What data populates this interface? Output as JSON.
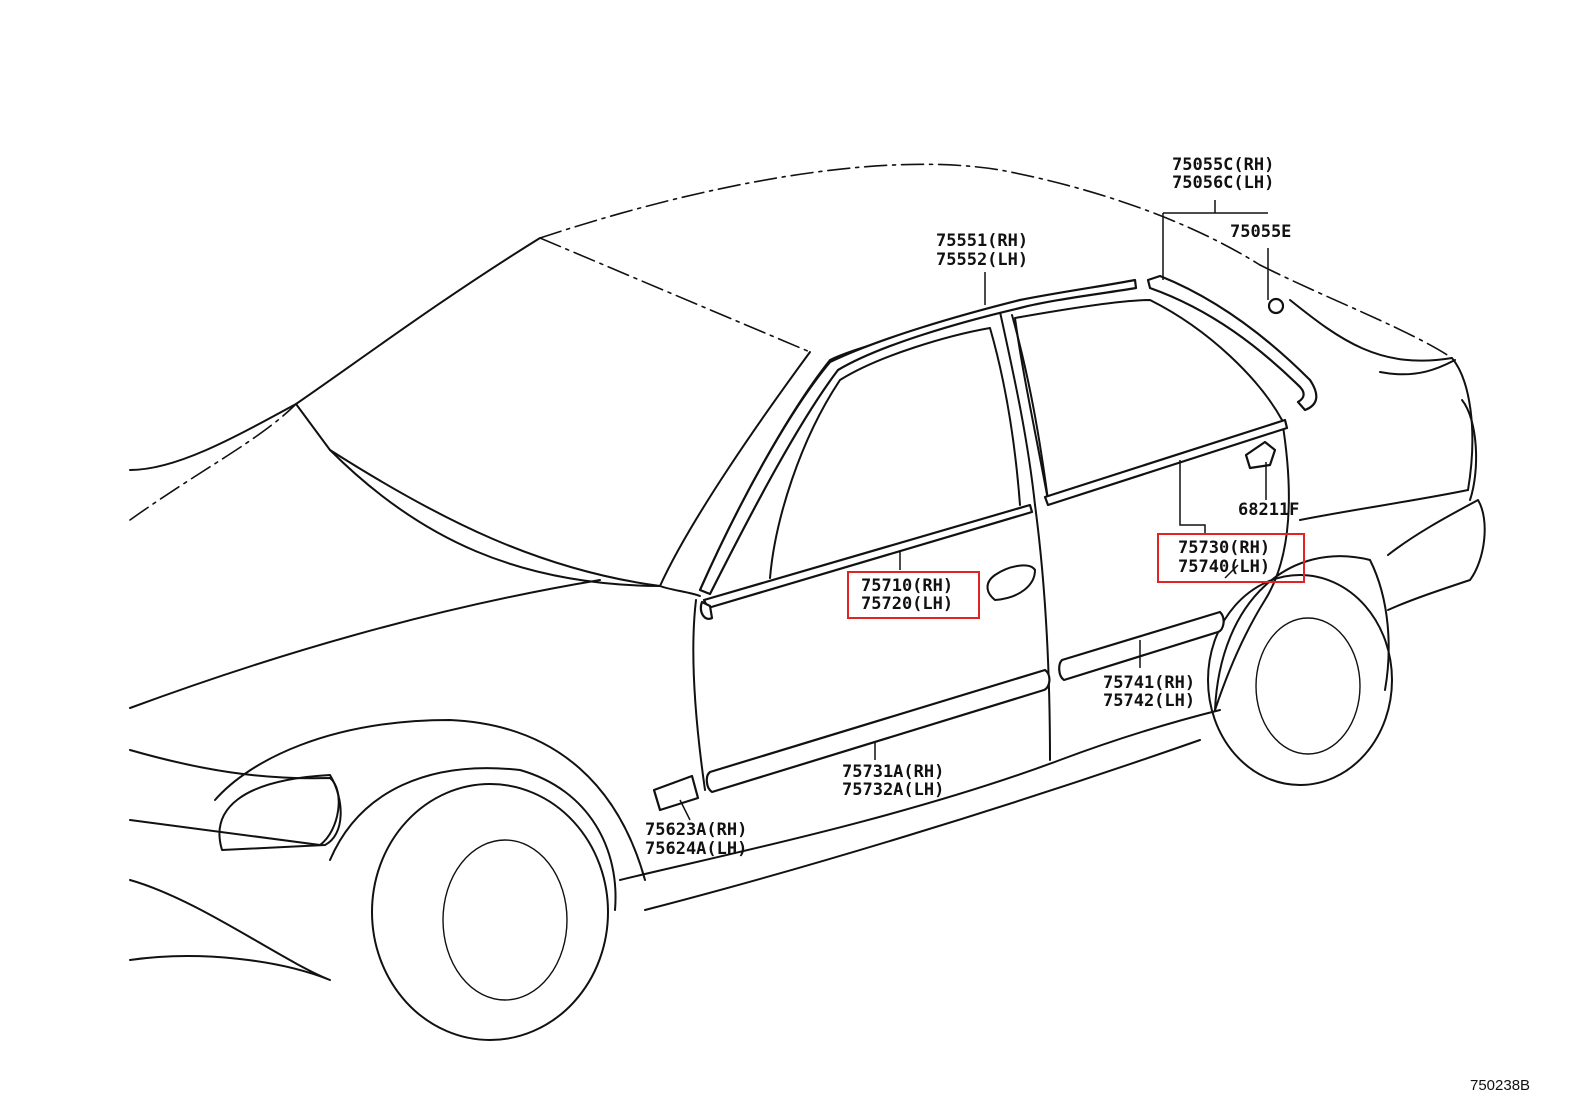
{
  "diagram_code": "750238B",
  "highlight_color": "#e02424",
  "parts": {
    "belt_rear_rh": "75055C(RH)",
    "belt_rear_lh": "75056C(LH)",
    "clip": "75055E",
    "roof_rh": "75551(RH)",
    "roof_lh": "75552(LH)",
    "retainer": "68211F",
    "front_belt_rh": "75710(RH)",
    "front_belt_lh": "75720(LH)",
    "rear_belt_rh": "75730(RH)",
    "rear_belt_lh": "75740(LH)",
    "rear_side_rh": "75741(RH)",
    "rear_side_lh": "75742(LH)",
    "front_side_rh": "75731A(RH)",
    "front_side_lh": "75732A(LH)",
    "fender_rh": "75623A(RH)",
    "fender_lh": "75624A(LH)"
  }
}
